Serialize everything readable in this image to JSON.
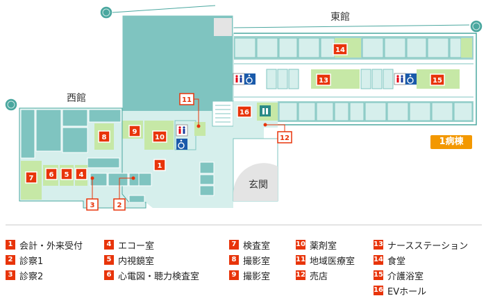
{
  "buildings": {
    "west": "西館",
    "east": "東館",
    "entrance": "玄関",
    "wing": "1病棟"
  },
  "colors": {
    "accent": "#e8340a",
    "wing": "#f39800",
    "teal": "#7fc4c0",
    "green": "#c6e8a6"
  },
  "map_badges": [
    "1",
    "2",
    "3",
    "4",
    "5",
    "6",
    "7",
    "8",
    "9",
    "10",
    "11",
    "12",
    "13",
    "14",
    "15",
    "16"
  ],
  "legend": [
    {
      "num": "1",
      "label": "会計・外来受付"
    },
    {
      "num": "2",
      "label": "診察1"
    },
    {
      "num": "3",
      "label": "診察2"
    },
    {
      "num": "4",
      "label": "エコー室"
    },
    {
      "num": "5",
      "label": "内視鏡室"
    },
    {
      "num": "6",
      "label": "心電図・聴力検査室"
    },
    {
      "num": "7",
      "label": "検査室"
    },
    {
      "num": "8",
      "label": "撮影室"
    },
    {
      "num": "9",
      "label": "撮影室"
    },
    {
      "num": "10",
      "label": "薬剤室"
    },
    {
      "num": "11",
      "label": "地域医療室"
    },
    {
      "num": "12",
      "label": "売店"
    },
    {
      "num": "13",
      "label": "ナースステーション"
    },
    {
      "num": "14",
      "label": "食堂"
    },
    {
      "num": "15",
      "label": "介護浴室"
    },
    {
      "num": "16",
      "label": "EVホール"
    }
  ]
}
